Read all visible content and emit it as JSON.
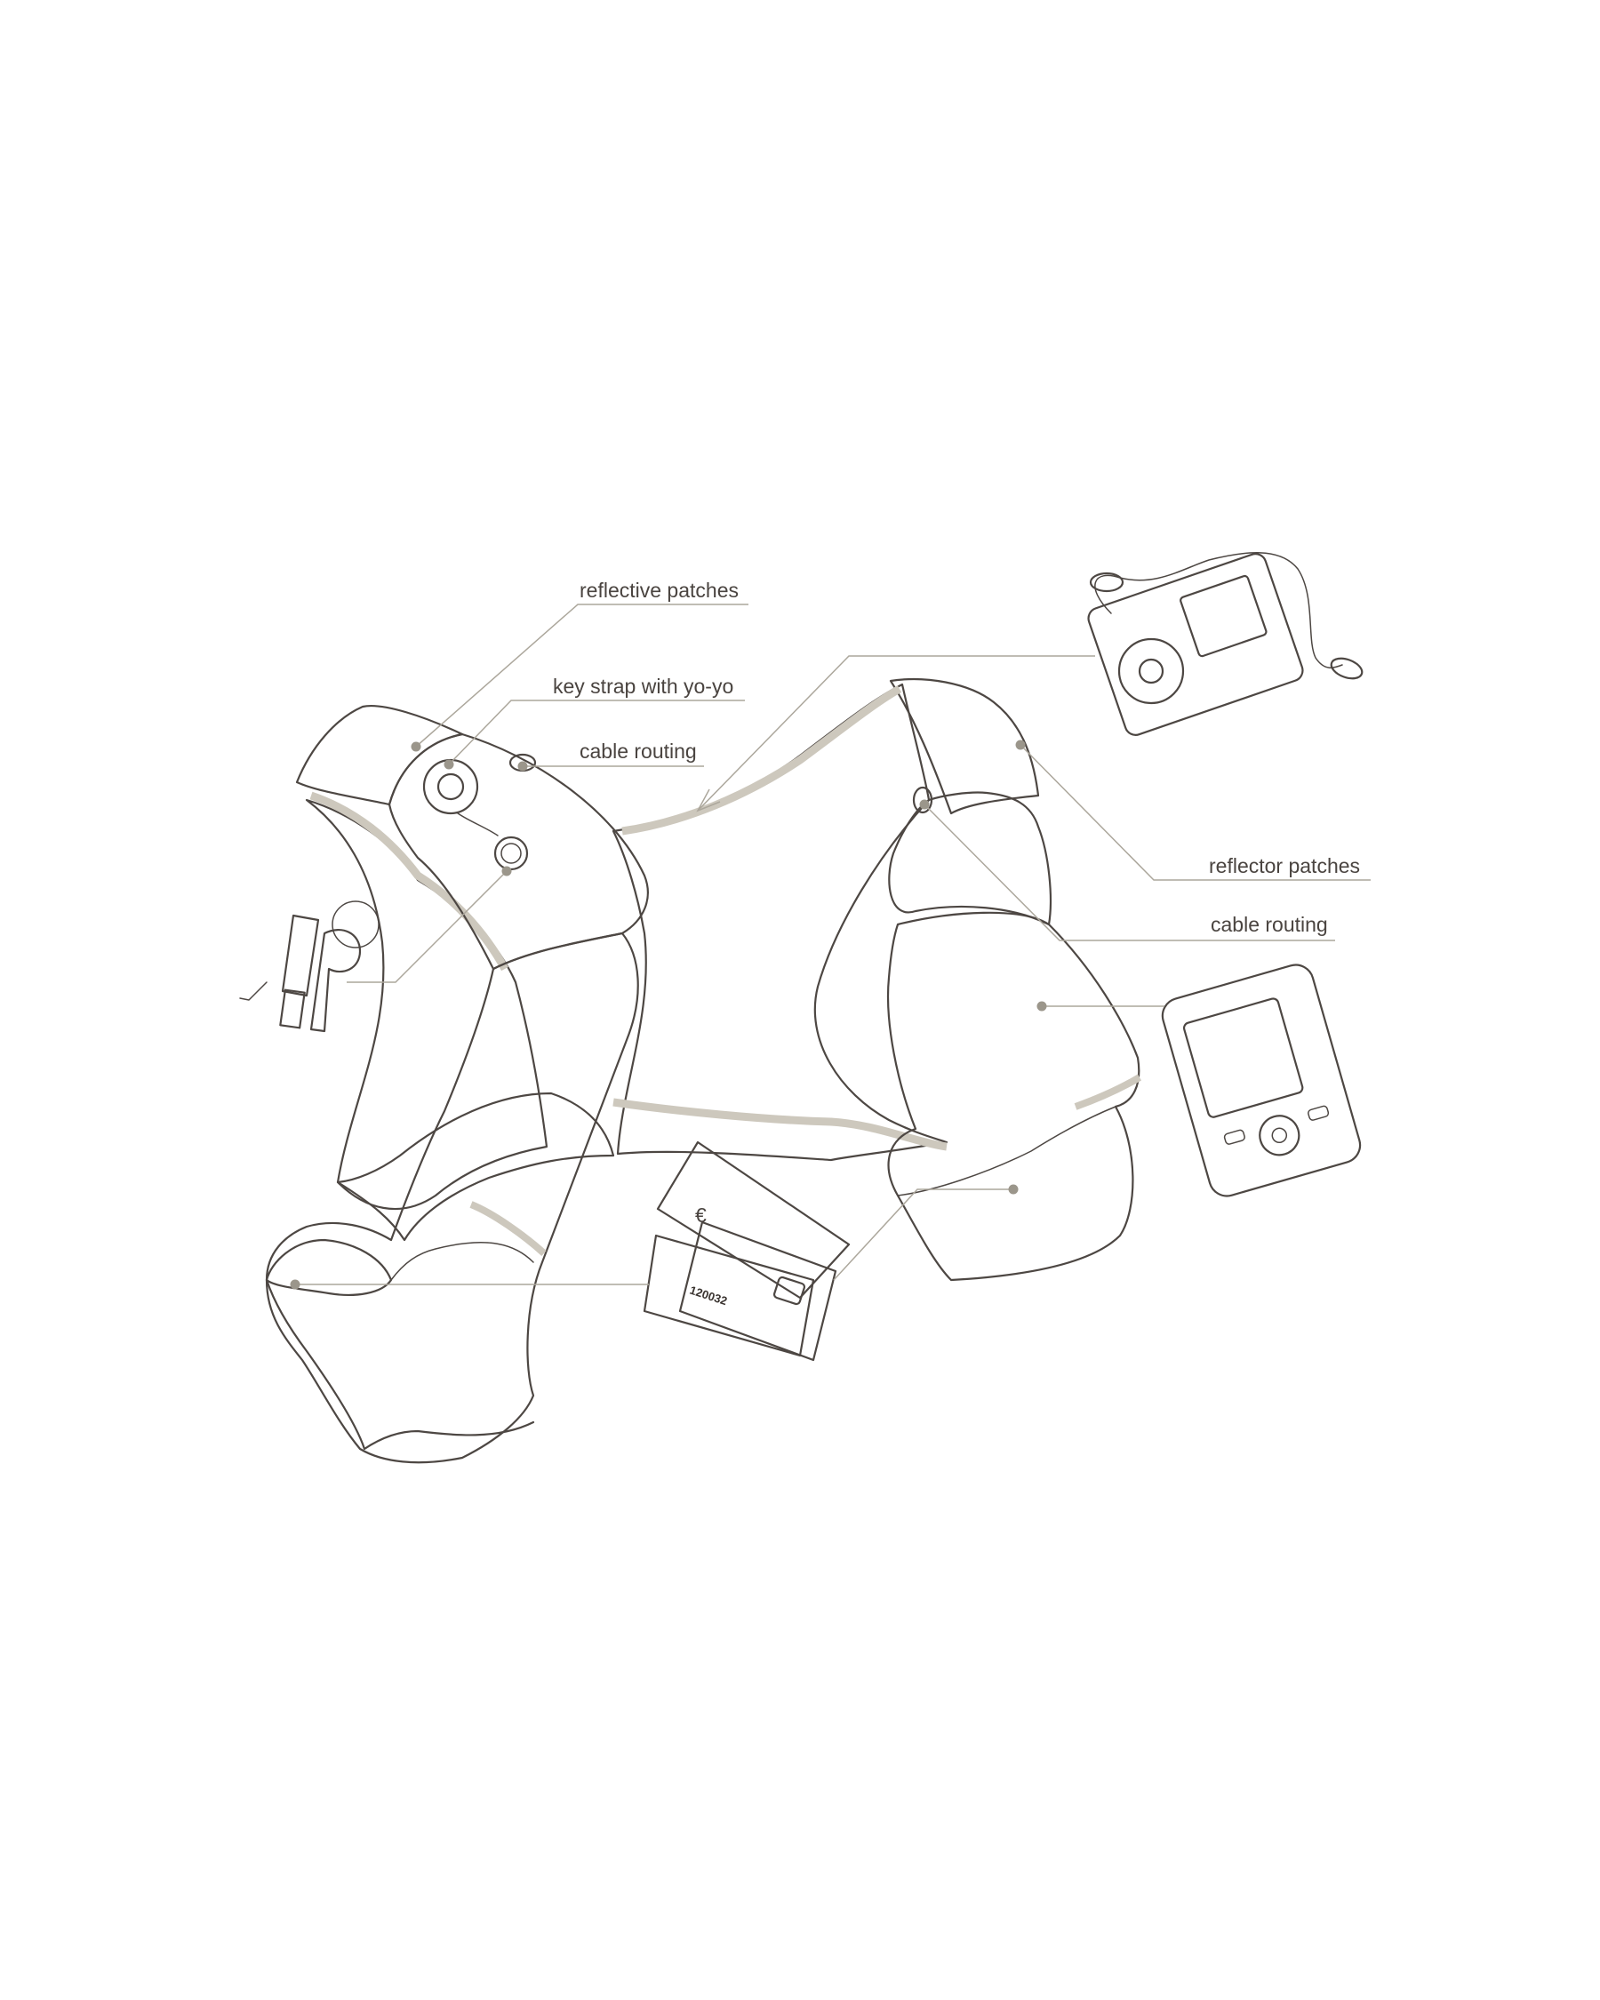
{
  "labels": {
    "reflective_patches": "reflective patches",
    "key_strap": "key strap with yo-yo",
    "cable_routing_left": "cable routing",
    "reflector_patches": "reflector patches",
    "cable_routing_right": "cable routing"
  },
  "card_number": "120032",
  "card_currency_symbol": "€",
  "colors": {
    "outline": "#4d4743",
    "patch_fill": "#cdc8bd",
    "mesh_fill": "#e1dedd",
    "leader": "#aca79c",
    "label_text": "#4a4440",
    "background": "#ffffff"
  }
}
